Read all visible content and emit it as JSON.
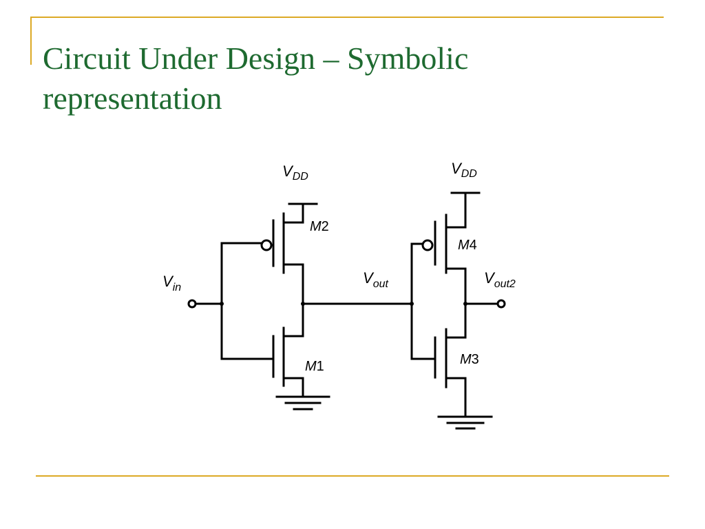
{
  "slide": {
    "title_line1": "Circuit Under Design – Symbolic",
    "title_line2": "representation"
  },
  "circuit": {
    "vdd_left": {
      "main": "V",
      "sub": "DD"
    },
    "vdd_right": {
      "main": "V",
      "sub": "DD"
    },
    "vin": {
      "main": "V",
      "sub": "in"
    },
    "vout": {
      "main": "V",
      "sub": "out"
    },
    "vout2": {
      "main": "V",
      "sub": "out2"
    },
    "m1": {
      "main": "M",
      "num": "1"
    },
    "m2": {
      "main": "M",
      "num": "2"
    },
    "m3": {
      "main": "M",
      "num": "3"
    },
    "m4": {
      "main": "M",
      "num": "4"
    }
  },
  "colors": {
    "title": "#1e6a30",
    "rule": "#dca925"
  }
}
